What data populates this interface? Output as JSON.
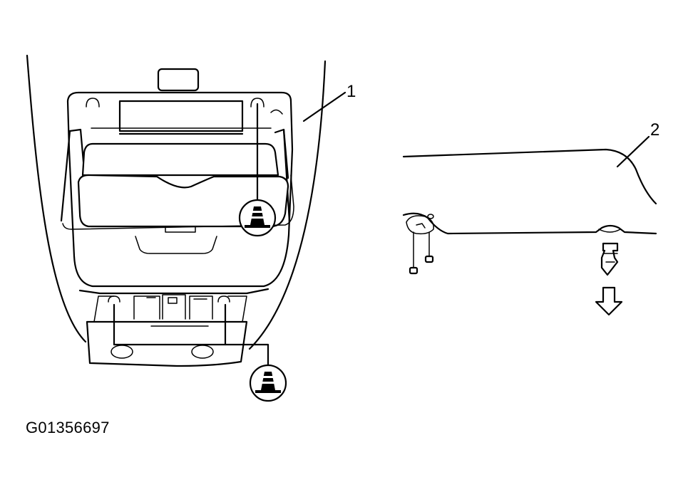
{
  "figure": {
    "id_label": "G01356697",
    "callouts": [
      {
        "number": "1"
      },
      {
        "number": "2"
      }
    ]
  },
  "colors": {
    "ink": "#000000",
    "paper": "#ffffff"
  },
  "icons": [
    "retaining-clip-symbol-icon",
    "removal-direction-arrow-icon"
  ]
}
